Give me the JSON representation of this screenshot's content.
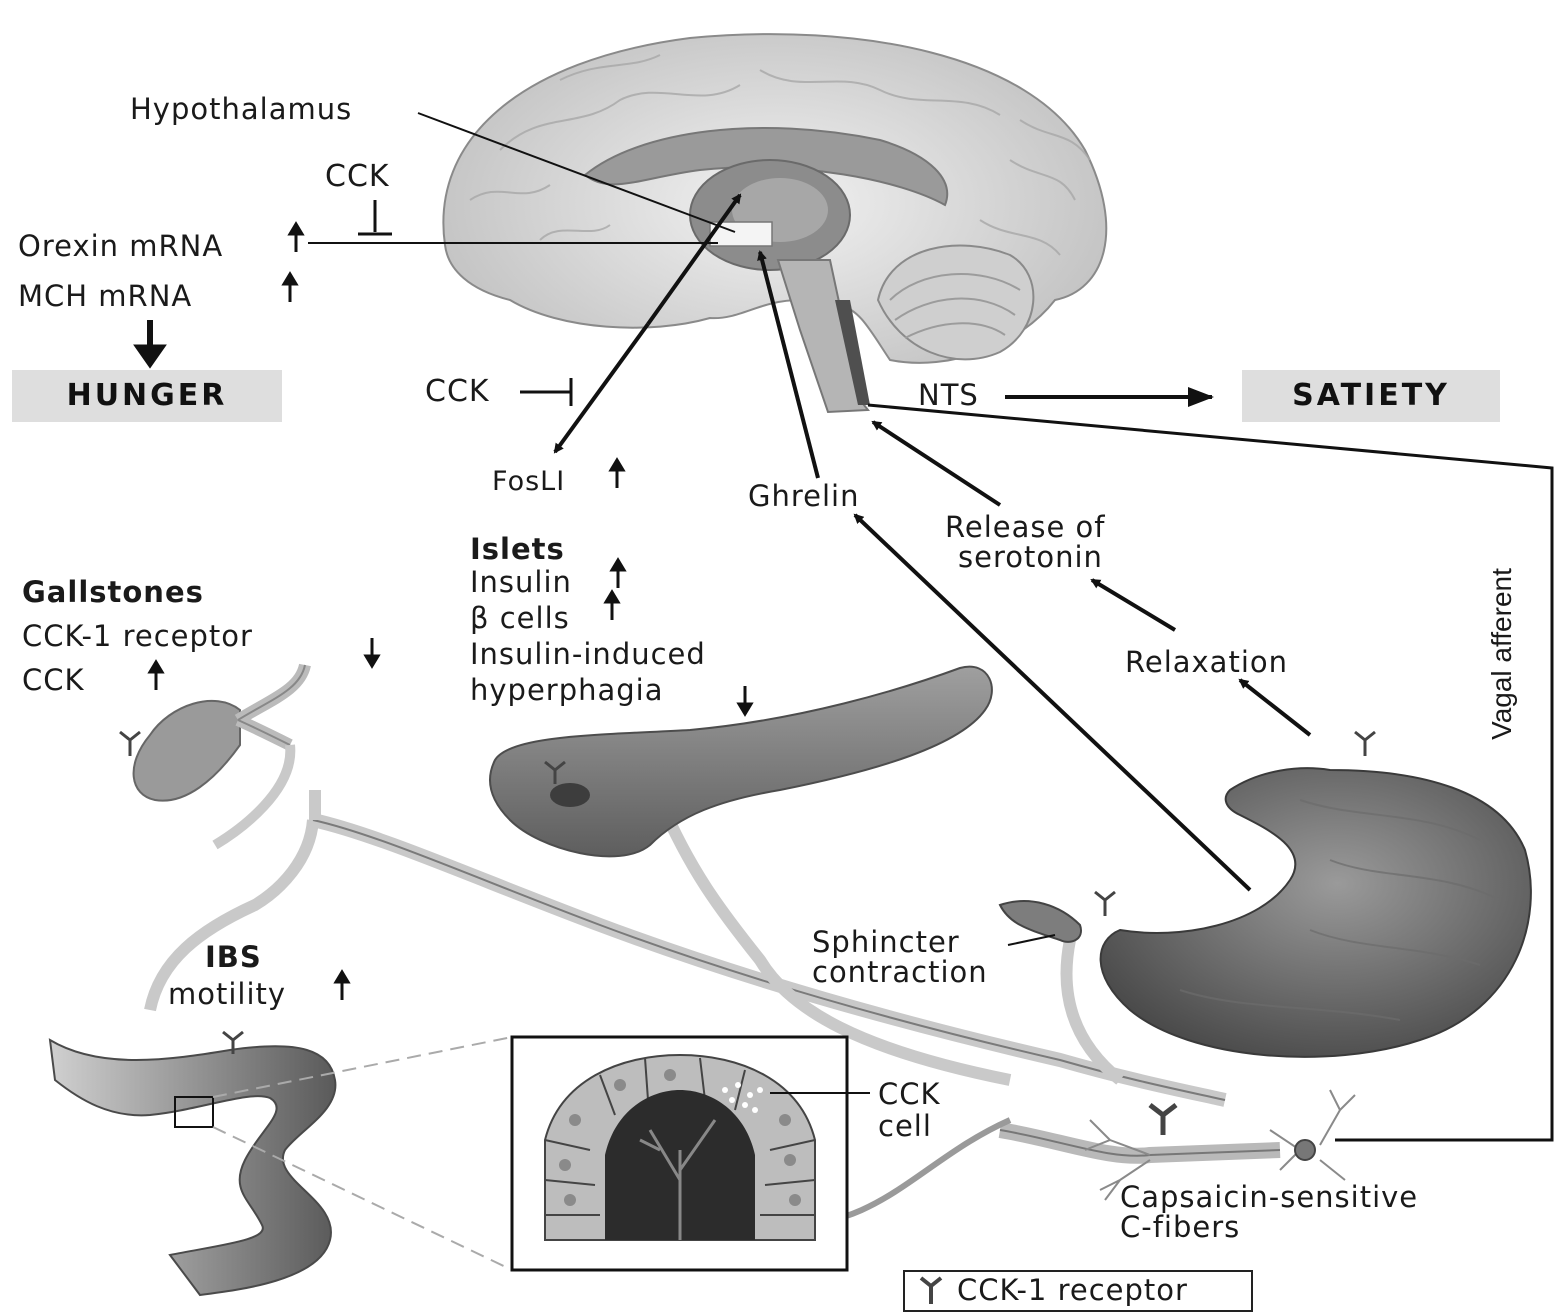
{
  "brain": {
    "hypothalamus": "Hypothalamus",
    "cck_top": "CCK",
    "orexin": "Orexin mRNA",
    "mch": "MCH mRNA",
    "hunger": "HUNGER",
    "cck_mid": "CCK",
    "fosli": "FosLI",
    "nts": "NTS",
    "satiety": "SATIETY",
    "ghrelin": "Ghrelin",
    "release_1": "Release of",
    "release_2": "serotonin",
    "relaxation": "Relaxation",
    "vagal": "Vagal afferent"
  },
  "pancreas": {
    "title": "Islets",
    "line1": "Insulin",
    "line2": "β cells",
    "line3": "Insulin-induced",
    "line4": "hyperphagia"
  },
  "gallbladder": {
    "title": "Gallstones",
    "line1": "CCK-1 receptor",
    "line2": "CCK"
  },
  "intestine": {
    "title": "IBS",
    "line1": "motility"
  },
  "stomach": {
    "sphincter_1": "Sphincter",
    "sphincter_2": "contraction"
  },
  "inset": {
    "cck_1": "CCK",
    "cck_2": "cell"
  },
  "nerve": {
    "line1": "Capsaicin-sensitive",
    "line2": "C-fibers"
  },
  "legend": {
    "label": "CCK-1 receptor"
  }
}
